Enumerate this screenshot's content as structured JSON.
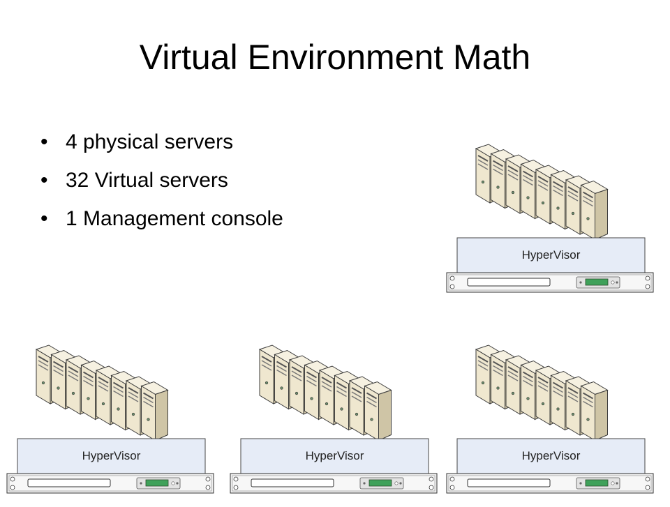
{
  "slide": {
    "title": "Virtual Environment Math",
    "bullets": [
      "4 physical servers",
      "32 Virtual servers",
      "1 Management console"
    ]
  },
  "hosts": [
    {
      "hypervisor_label": "HyperVisor",
      "vm_count": 8
    },
    {
      "hypervisor_label": "HyperVisor",
      "vm_count": 8
    },
    {
      "hypervisor_label": "HyperVisor",
      "vm_count": 8
    },
    {
      "hypervisor_label": "HyperVisor",
      "vm_count": 8
    }
  ],
  "icons": {
    "virtual_server": "tower-server-icon",
    "physical_server": "rack-server-icon"
  },
  "colors": {
    "hypervisor_fill": "#e6ecf7",
    "server_fill": "#efe7cf",
    "rack_fill": "#efefef",
    "display_green": "#3fa15a"
  }
}
